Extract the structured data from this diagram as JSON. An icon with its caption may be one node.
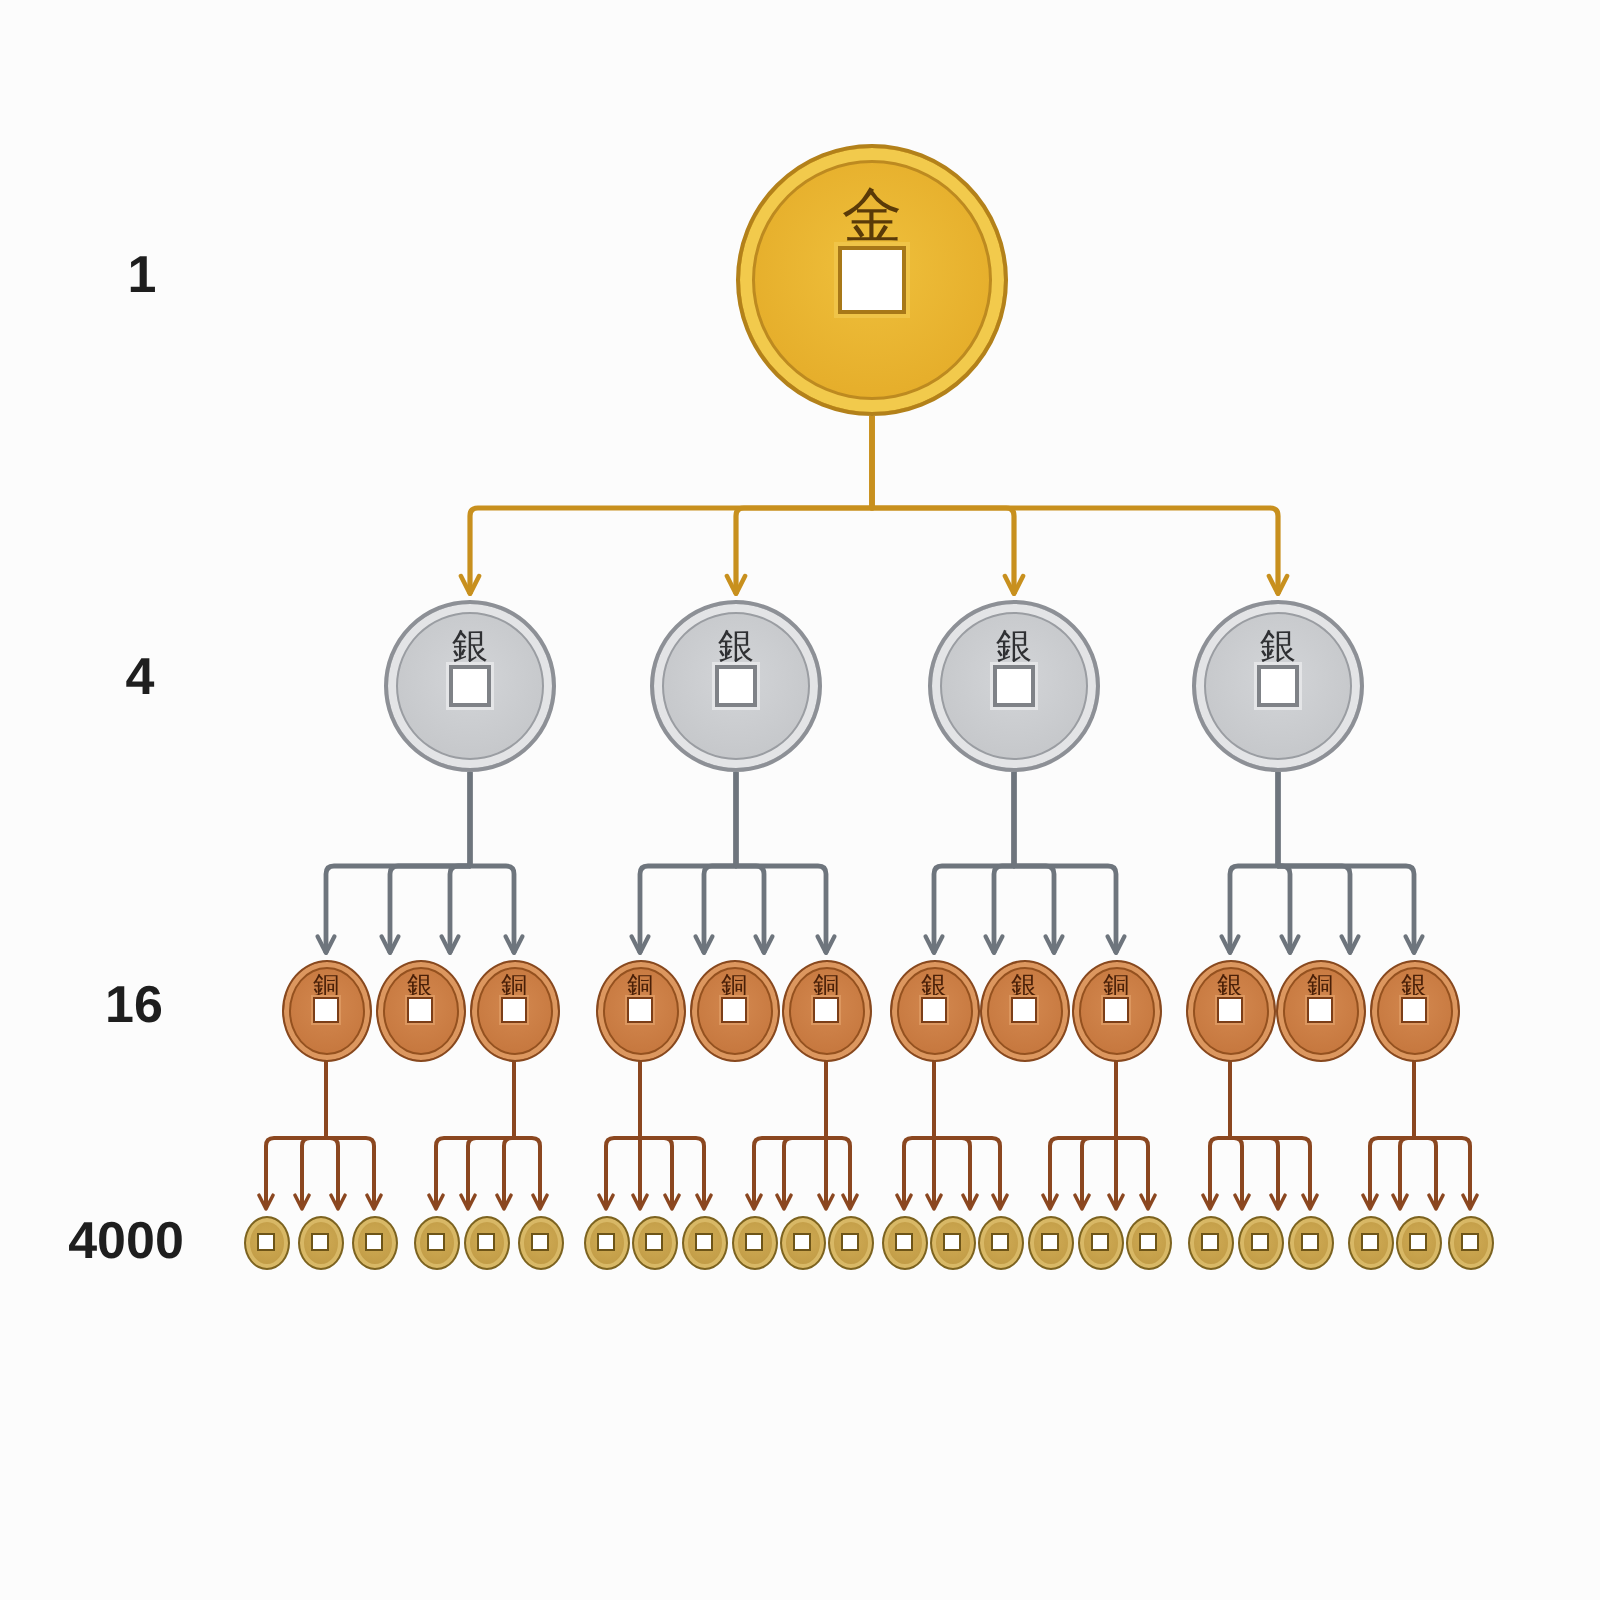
{
  "diagram": {
    "nodes": [
      {
        "text": [
          "金"
        ]
      },
      {
        "text": [
          "銀"
        ]
      },
      {
        "text": [
          "銀"
        ]
      },
      {
        "text": [
          "銀"
        ]
      },
      {
        "text": [
          "銀"
        ]
      },
      {
        "text": [
          "銅"
        ]
      },
      {
        "text": [
          "銀"
        ]
      },
      {
        "text": [
          "銅"
        ]
      },
      {
        "text": [
          "銅"
        ]
      },
      {
        "text": [
          "銅"
        ]
      },
      {
        "text": [
          "銅"
        ]
      },
      {
        "text": [
          "銀"
        ]
      },
      {
        "text": [
          "銀"
        ]
      },
      {
        "text": [
          "銅"
        ]
      },
      {
        "text": [
          "銀"
        ]
      },
      {
        "text": [
          "銅"
        ]
      },
      {
        "text": [
          "銀"
        ]
      },
      {
        "text": [],
        "shape": "circle"
      },
      {
        "text": [],
        "shape": "circle"
      },
      {
        "text": [],
        "shape": "circle"
      },
      {
        "text": [],
        "shape": "circle"
      },
      {
        "text": [],
        "shape": "circle"
      },
      {
        "text": [],
        "shape": "circle"
      },
      {
        "text": [],
        "shape": "circle"
      },
      {
        "text": [],
        "shape": "circle"
      },
      {
        "text": [],
        "shape": "circle"
      },
      {
        "text": [],
        "shape": "circle"
      },
      {
        "text": [],
        "shape": "circle"
      },
      {
        "text": [],
        "shape": "circle"
      },
      {
        "text": [],
        "shape": "circle"
      },
      {
        "text": [],
        "shape": "circle"
      },
      {
        "text": [],
        "shape": "circle"
      },
      {
        "text": [],
        "shape": "circle"
      },
      {
        "text": [],
        "shape": "circle"
      },
      {
        "text": [],
        "shape": "circle"
      },
      {
        "text": [],
        "shape": "circle"
      },
      {
        "text": [],
        "shape": "circle"
      },
      {
        "text": [],
        "shape": "circle"
      },
      {
        "text": [],
        "shape": "circle"
      },
      {
        "text": [],
        "shape": "circle"
      },
      {
        "text": [],
        "shape": "circle"
      }
    ],
    "edges": [
      {
        "from": 0,
        "to": 1,
        "arrow": "to",
        "color": "#c8901e"
      },
      {
        "from": 0,
        "to": 2,
        "arrow": "to",
        "color": "#c8901e"
      },
      {
        "from": 0,
        "to": 3,
        "arrow": "to",
        "color": "#c8901e"
      },
      {
        "from": 0,
        "to": 4,
        "arrow": "to",
        "color": "#c8901e"
      },
      {
        "from": 1,
        "to": 5,
        "arrow": "to",
        "color": "#6e757d"
      },
      {
        "from": 1,
        "to": 6,
        "arrow": "to",
        "color": "#6e757d"
      },
      {
        "from": 1,
        "to": 6,
        "arrow": "to",
        "color": "#6e757d"
      },
      {
        "from": 1,
        "to": 7,
        "arrow": "to",
        "color": "#6e757d"
      },
      {
        "from": 2,
        "to": 8,
        "arrow": "to",
        "color": "#6e757d"
      },
      {
        "from": 2,
        "to": 9,
        "arrow": "to",
        "color": "#6e757d"
      },
      {
        "from": 2,
        "to": 9,
        "arrow": "to",
        "color": "#6e757d"
      },
      {
        "from": 2,
        "to": 10,
        "arrow": "to",
        "color": "#6e757d"
      },
      {
        "from": 3,
        "to": 11,
        "arrow": "to",
        "color": "#6e757d"
      },
      {
        "from": 3,
        "to": 12,
        "arrow": "to",
        "color": "#6e757d"
      },
      {
        "from": 3,
        "to": 12,
        "arrow": "to",
        "color": "#6e757d"
      },
      {
        "from": 3,
        "to": 13,
        "arrow": "to",
        "color": "#6e757d"
      },
      {
        "from": 4,
        "to": 14,
        "arrow": "to",
        "color": "#6e757d"
      },
      {
        "from": 4,
        "to": 15,
        "arrow": "to",
        "color": "#6e757d"
      },
      {
        "from": 4,
        "to": 15,
        "arrow": "to",
        "color": "#6e757d"
      },
      {
        "from": 4,
        "to": 16,
        "arrow": "to",
        "color": "#6e757d"
      },
      {
        "from": 5,
        "to": 17,
        "arrow": "to"
      },
      {
        "from": 5,
        "to": 18,
        "arrow": "to"
      },
      {
        "from": 5,
        "to": 18,
        "arrow": "to"
      },
      {
        "from": 5,
        "to": 19,
        "arrow": "to"
      },
      {
        "from": 7,
        "to": 20,
        "arrow": "to"
      },
      {
        "from": 7,
        "to": 21,
        "arrow": "to"
      },
      {
        "from": 7,
        "to": 21,
        "arrow": "to"
      },
      {
        "from": 7,
        "to": 22,
        "arrow": "to"
      },
      {
        "from": 8,
        "to": 23,
        "arrow": "to"
      },
      {
        "from": 8,
        "to": 24,
        "arrow": "to"
      },
      {
        "from": 8,
        "to": 24,
        "arrow": "to"
      },
      {
        "from": 8,
        "to": 25,
        "arrow": "to"
      },
      {
        "from": 10,
        "to": 26,
        "arrow": "to"
      },
      {
        "from": 10,
        "to": 27,
        "arrow": "to"
      },
      {
        "from": 10,
        "to": 27,
        "arrow": "to"
      },
      {
        "from": 10,
        "to": 28,
        "arrow": "to"
      },
      {
        "from": 11,
        "to": 29,
        "arrow": "to"
      },
      {
        "from": 11,
        "to": 30,
        "arrow": "to"
      },
      {
        "from": 11,
        "to": 30,
        "arrow": "to"
      },
      {
        "from": 11,
        "to": 31,
        "arrow": "to"
      },
      {
        "from": 13,
        "to": 32,
        "arrow": "to"
      },
      {
        "from": 13,
        "to": 33,
        "arrow": "to"
      },
      {
        "from": 13,
        "to": 33,
        "arrow": "to"
      },
      {
        "from": 13,
        "to": 34,
        "arrow": "to"
      },
      {
        "from": 14,
        "to": 35,
        "arrow": "to"
      },
      {
        "from": 14,
        "to": 36,
        "arrow": "to"
      },
      {
        "from": 14,
        "to": 36,
        "arrow": "to"
      },
      {
        "from": 14,
        "to": 37,
        "arrow": "to"
      },
      {
        "from": 16,
        "to": 38,
        "arrow": "to"
      },
      {
        "from": 16,
        "to": 39,
        "arrow": "to"
      },
      {
        "from": 16,
        "to": 39,
        "arrow": "to"
      },
      {
        "from": 16,
        "to": 40,
        "arrow": "to"
      }
    ],
    "labels": [
      "1",
      "4",
      "16",
      "4000"
    ]
  }
}
